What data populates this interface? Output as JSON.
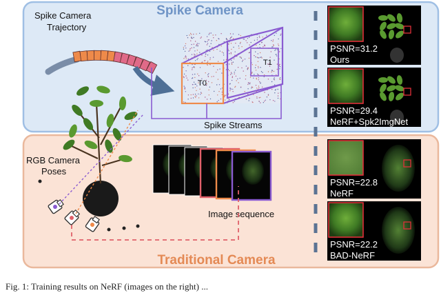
{
  "colors": {
    "spike_panel_fill": "#dde9f6",
    "spike_panel_border": "#9fbfe4",
    "traditional_panel_fill": "#fbe3d6",
    "traditional_panel_border": "#eab89c",
    "spike_title": "#6f94c6",
    "traditional_title": "#e48a55",
    "stream_front": "#ee8a4a",
    "stream_back": "#8a5bd1",
    "trajectory_gray": "#7a8da8",
    "dash_red": "#e0606a",
    "divider": "#5b7393"
  },
  "spike_panel": {
    "title": "Spike Camera",
    "trajectory_label_line1": "Spike Camera",
    "trajectory_label_line2": "Trajectory",
    "stream_label_t0": "T0",
    "stream_label_t1": "T1",
    "streams_label": "Spike Streams"
  },
  "traditional_panel": {
    "title": "Traditional Camera",
    "poses_label_line1": "RGB Camera",
    "poses_label_line2": "Poses",
    "sequence_label": "Image sequence"
  },
  "results": [
    {
      "psnr": "PSNR=31.2",
      "method": "Ours"
    },
    {
      "psnr": "PSNR=29.4",
      "method": "NeRF+Spk2ImgNet"
    },
    {
      "psnr": "PSNR=22.8",
      "method": "NeRF"
    },
    {
      "psnr": "PSNR=22.2",
      "method": "BAD-NeRF"
    }
  ],
  "caption": "Fig. 1: Training results on NeRF (images on the right) ..."
}
